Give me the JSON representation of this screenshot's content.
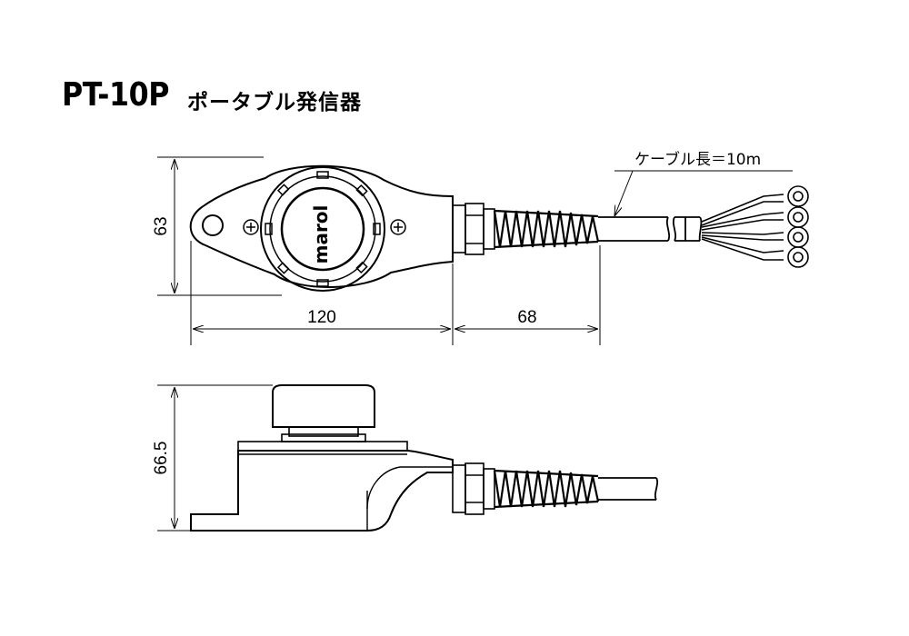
{
  "title": {
    "model": "PT-10P",
    "description": "ポータブル発信器"
  },
  "labels": {
    "cable_length": "ケーブル長＝10m",
    "brand": "marol"
  },
  "dimensions": {
    "height_top": "63",
    "width_body": "120",
    "width_gland": "68",
    "height_side": "66.5"
  }
}
